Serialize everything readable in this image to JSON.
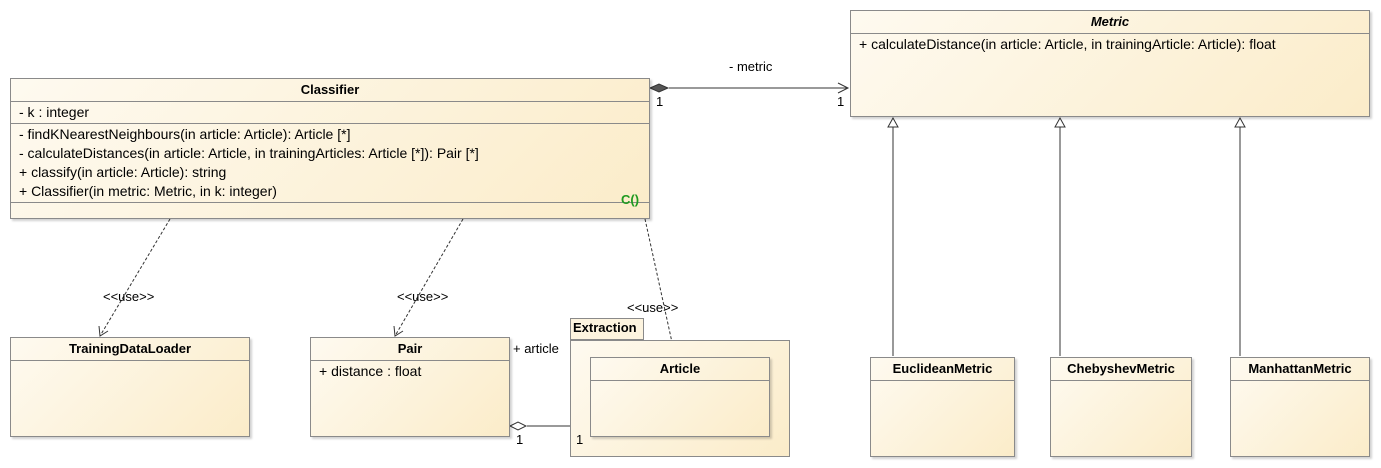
{
  "classifier": {
    "name": "Classifier",
    "attributes": [
      "- k : integer"
    ],
    "operations": [
      "- findKNearestNeighbours(in article: Article): Article [*]",
      "- calculateDistances(in article: Article, in trainingArticles: Article [*]): Pair [*]",
      "+ classify(in article: Article): string",
      "+ Classifier(in metric: Metric, in k: integer)"
    ],
    "constructor_marker": "C()"
  },
  "metric": {
    "name": "Metric",
    "operations": [
      "+ calculateDistance(in article: Article, in trainingArticle: Article): float"
    ]
  },
  "training_data_loader": {
    "name": "TrainingDataLoader"
  },
  "pair": {
    "name": "Pair",
    "attributes": [
      "+ distance : float"
    ]
  },
  "extraction_package": {
    "name": "Extraction"
  },
  "article": {
    "name": "Article"
  },
  "euclidean_metric": {
    "name": "EuclideanMetric"
  },
  "chebyshev_metric": {
    "name": "ChebyshevMetric"
  },
  "manhattan_metric": {
    "name": "ManhattanMetric"
  },
  "relations": {
    "metric_role": "- metric",
    "metric_mult_source": "1",
    "metric_mult_target": "1",
    "use_label_loader": "<<use>>",
    "use_label_pair": "<<use>>",
    "use_label_article": "<<use>>",
    "pair_article_role": "+ article",
    "pair_article_mult_source": "1",
    "pair_article_mult_target": "1"
  }
}
